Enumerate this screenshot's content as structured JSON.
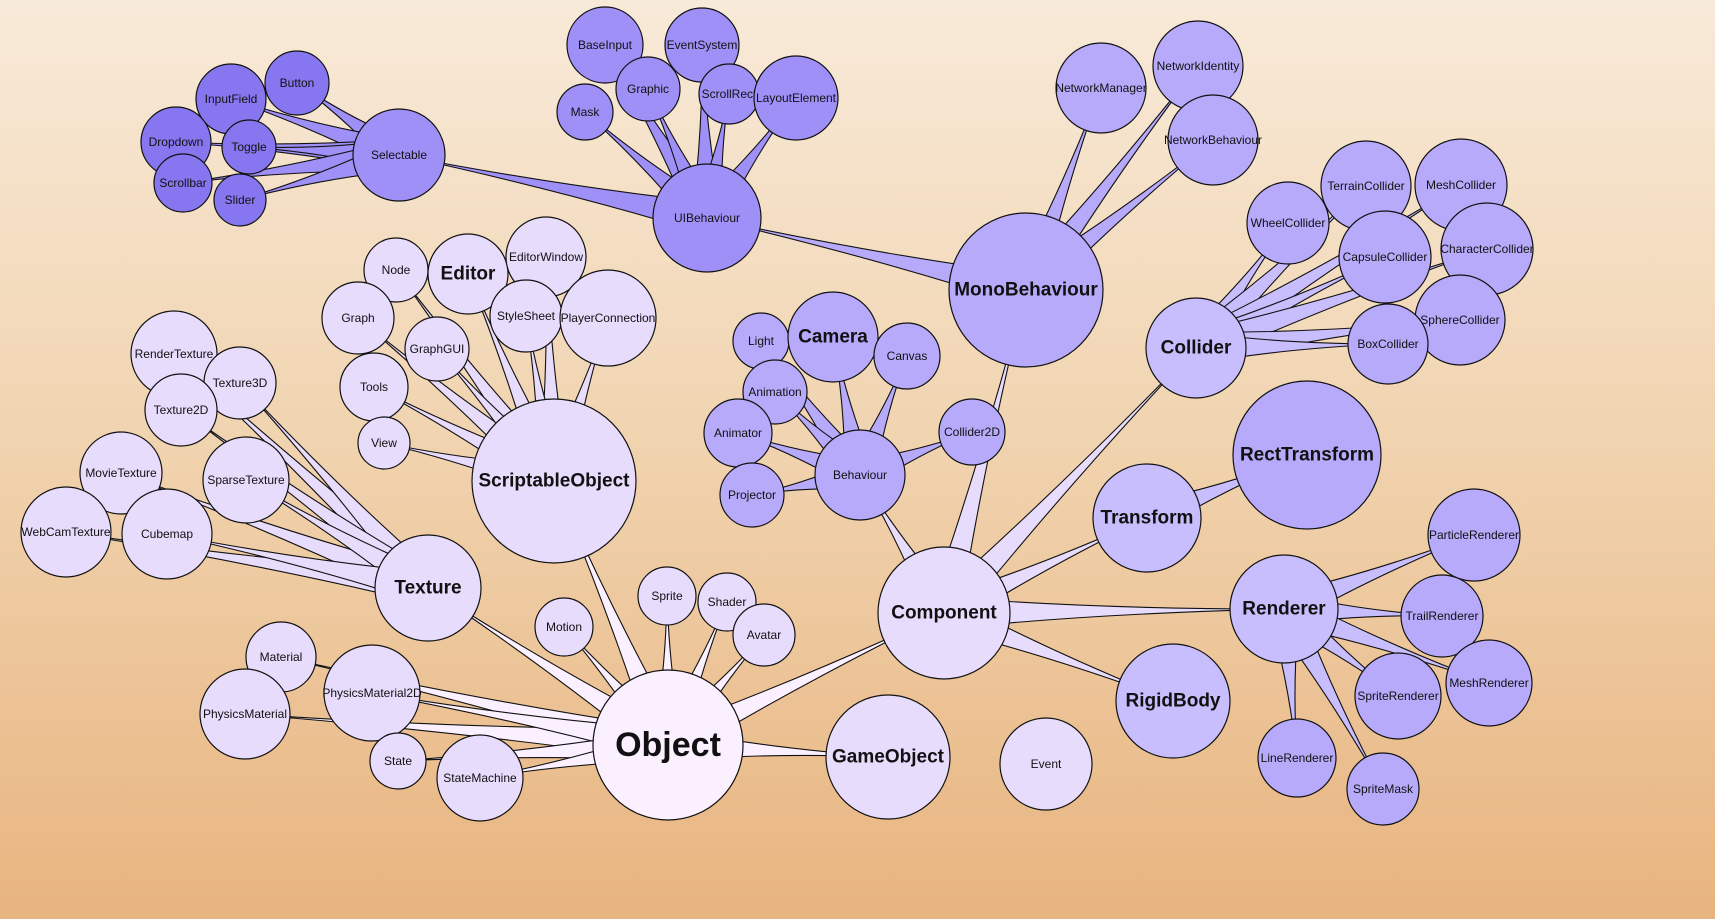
{
  "nodes": [
    {
      "id": "object",
      "label": "Object",
      "bold": true,
      "color": "#fbf0ff"
    },
    {
      "id": "scriptableobject",
      "label": "ScriptableObject",
      "bold": true,
      "color": "#e8dcfd"
    },
    {
      "id": "texture",
      "label": "Texture",
      "bold": true,
      "color": "#e8dcfd"
    },
    {
      "id": "component",
      "label": "Component",
      "bold": true,
      "color": "#e8dcfd"
    },
    {
      "id": "gameobject",
      "label": "GameObject",
      "bold": true,
      "color": "#e8dcfd"
    },
    {
      "id": "event",
      "label": "Event",
      "bold": false,
      "color": "#e8dcfd"
    },
    {
      "id": "motion",
      "label": "Motion",
      "bold": false,
      "color": "#e8dcfd"
    },
    {
      "id": "sprite",
      "label": "Sprite",
      "bold": false,
      "color": "#e8dcfd"
    },
    {
      "id": "shader",
      "label": "Shader",
      "bold": false,
      "color": "#e8dcfd"
    },
    {
      "id": "avatar",
      "label": "Avatar",
      "bold": false,
      "color": "#e8dcfd"
    },
    {
      "id": "material",
      "label": "Material",
      "bold": false,
      "color": "#e8dcfd"
    },
    {
      "id": "physicsmaterial",
      "label": "PhysicsMaterial",
      "bold": false,
      "color": "#e8dcfd"
    },
    {
      "id": "physicsmaterial2d",
      "label": "PhysicsMaterial2D",
      "bold": false,
      "color": "#e8dcfd"
    },
    {
      "id": "state",
      "label": "State",
      "bold": false,
      "color": "#e8dcfd"
    },
    {
      "id": "statemachine",
      "label": "StateMachine",
      "bold": false,
      "color": "#e8dcfd"
    },
    {
      "id": "node",
      "label": "Node",
      "bold": false,
      "color": "#e8dcfd"
    },
    {
      "id": "editor",
      "label": "Editor",
      "bold": true,
      "color": "#e8dcfd"
    },
    {
      "id": "editorwindow",
      "label": "EditorWindow",
      "bold": false,
      "color": "#e8dcfd"
    },
    {
      "id": "graph",
      "label": "Graph",
      "bold": false,
      "color": "#e8dcfd"
    },
    {
      "id": "graphgui",
      "label": "GraphGUI",
      "bold": false,
      "color": "#e8dcfd"
    },
    {
      "id": "stylesheet",
      "label": "StyleSheet",
      "bold": false,
      "color": "#e8dcfd"
    },
    {
      "id": "playerconnection",
      "label": "PlayerConnection",
      "bold": false,
      "color": "#e8dcfd"
    },
    {
      "id": "tools",
      "label": "Tools",
      "bold": false,
      "color": "#e8dcfd"
    },
    {
      "id": "view",
      "label": "View",
      "bold": false,
      "color": "#e8dcfd"
    },
    {
      "id": "rendertexture",
      "label": "RenderTexture",
      "bold": false,
      "color": "#e8dcfd"
    },
    {
      "id": "texture3d",
      "label": "Texture3D",
      "bold": false,
      "color": "#e8dcfd"
    },
    {
      "id": "texture2d",
      "label": "Texture2D",
      "bold": false,
      "color": "#e8dcfd"
    },
    {
      "id": "movietexture",
      "label": "MovieTexture",
      "bold": false,
      "color": "#e8dcfd"
    },
    {
      "id": "sparsetexture",
      "label": "SparseTexture",
      "bold": false,
      "color": "#e8dcfd"
    },
    {
      "id": "webcamtexture",
      "label": "WebCamTexture",
      "bold": false,
      "color": "#e8dcfd"
    },
    {
      "id": "cubemap",
      "label": "Cubemap",
      "bold": false,
      "color": "#e8dcfd"
    },
    {
      "id": "behaviour",
      "label": "Behaviour",
      "bold": false,
      "color": "#b8aafb"
    },
    {
      "id": "light",
      "label": "Light",
      "bold": false,
      "color": "#b8aafb"
    },
    {
      "id": "camera",
      "label": "Camera",
      "bold": true,
      "color": "#b8aafb"
    },
    {
      "id": "canvas",
      "label": "Canvas",
      "bold": false,
      "color": "#b8aafb"
    },
    {
      "id": "animation",
      "label": "Animation",
      "bold": false,
      "color": "#b8aafb"
    },
    {
      "id": "animator",
      "label": "Animator",
      "bold": false,
      "color": "#b8aafb"
    },
    {
      "id": "projector",
      "label": "Projector",
      "bold": false,
      "color": "#b8aafb"
    },
    {
      "id": "collider2d",
      "label": "Collider2D",
      "bold": false,
      "color": "#b8aafb"
    },
    {
      "id": "monobehaviour",
      "label": "MonoBehaviour",
      "bold": true,
      "color": "#b8aafb"
    },
    {
      "id": "networkmanager",
      "label": "NetworkManager",
      "bold": false,
      "color": "#b8aafb"
    },
    {
      "id": "networkidentity",
      "label": "NetworkIdentity",
      "bold": false,
      "color": "#b8aafb"
    },
    {
      "id": "networkbehaviour",
      "label": "NetworkBehaviour",
      "bold": false,
      "color": "#b8aafb"
    },
    {
      "id": "uibehaviour",
      "label": "UIBehaviour",
      "bold": false,
      "color": "#9f90f8"
    },
    {
      "id": "baseinput",
      "label": "BaseInput",
      "bold": false,
      "color": "#9f90f8"
    },
    {
      "id": "eventsystem",
      "label": "EventSystem",
      "bold": false,
      "color": "#9f90f8"
    },
    {
      "id": "graphic",
      "label": "Graphic",
      "bold": false,
      "color": "#9f90f8"
    },
    {
      "id": "mask",
      "label": "Mask",
      "bold": false,
      "color": "#9f90f8"
    },
    {
      "id": "scrollrect",
      "label": "ScrollRect",
      "bold": false,
      "color": "#9f90f8"
    },
    {
      "id": "layoutelement",
      "label": "LayoutElement",
      "bold": false,
      "color": "#9f90f8"
    },
    {
      "id": "selectable",
      "label": "Selectable",
      "bold": false,
      "color": "#9f90f8"
    },
    {
      "id": "button",
      "label": "Button",
      "bold": false,
      "color": "#8677f0"
    },
    {
      "id": "inputfield",
      "label": "InputField",
      "bold": false,
      "color": "#8677f0"
    },
    {
      "id": "dropdown",
      "label": "Dropdown",
      "bold": false,
      "color": "#8677f0"
    },
    {
      "id": "toggle",
      "label": "Toggle",
      "bold": false,
      "color": "#8677f0"
    },
    {
      "id": "scrollbar",
      "label": "Scrollbar",
      "bold": false,
      "color": "#8677f0"
    },
    {
      "id": "slider",
      "label": "Slider",
      "bold": false,
      "color": "#8677f0"
    },
    {
      "id": "collider",
      "label": "Collider",
      "bold": true,
      "color": "#c8befd"
    },
    {
      "id": "wheelcollider",
      "label": "WheelCollider",
      "bold": false,
      "color": "#b8aafb"
    },
    {
      "id": "terraincollider",
      "label": "TerrainCollider",
      "bold": false,
      "color": "#b8aafb"
    },
    {
      "id": "meshcollider",
      "label": "MeshCollider",
      "bold": false,
      "color": "#b8aafb"
    },
    {
      "id": "capsulecollider",
      "label": "CapsuleCollider",
      "bold": false,
      "color": "#b8aafb"
    },
    {
      "id": "charactercollider",
      "label": "CharacterCollider",
      "bold": false,
      "color": "#b8aafb"
    },
    {
      "id": "spherecollider",
      "label": "SphereCollider",
      "bold": false,
      "color": "#b8aafb"
    },
    {
      "id": "boxcollider",
      "label": "BoxCollider",
      "bold": false,
      "color": "#b8aafb"
    },
    {
      "id": "transform",
      "label": "Transform",
      "bold": true,
      "color": "#c8befd"
    },
    {
      "id": "recttransform",
      "label": "RectTransform",
      "bold": true,
      "color": "#b8aafb"
    },
    {
      "id": "renderer",
      "label": "Renderer",
      "bold": true,
      "color": "#c8befd"
    },
    {
      "id": "particlerenderer",
      "label": "ParticleRenderer",
      "bold": false,
      "color": "#b8aafb"
    },
    {
      "id": "trailrenderer",
      "label": "TrailRenderer",
      "bold": false,
      "color": "#b8aafb"
    },
    {
      "id": "meshrenderer",
      "label": "MeshRenderer",
      "bold": false,
      "color": "#b8aafb"
    },
    {
      "id": "spriterenderer",
      "label": "SpriteRenderer",
      "bold": false,
      "color": "#b8aafb"
    },
    {
      "id": "linerenderer",
      "label": "LineRenderer",
      "bold": false,
      "color": "#b8aafb"
    },
    {
      "id": "spritemask",
      "label": "SpriteMask",
      "bold": false,
      "color": "#b8aafb"
    },
    {
      "id": "rigidbody",
      "label": "RigidBody",
      "bold": true,
      "color": "#c8befd"
    }
  ],
  "edges": [
    [
      "object",
      "scriptableobject"
    ],
    [
      "object",
      "texture"
    ],
    [
      "object",
      "component"
    ],
    [
      "object",
      "gameobject"
    ],
    [
      "object",
      "motion"
    ],
    [
      "object",
      "sprite"
    ],
    [
      "object",
      "shader"
    ],
    [
      "object",
      "avatar"
    ],
    [
      "object",
      "material"
    ],
    [
      "object",
      "physicsmaterial"
    ],
    [
      "object",
      "physicsmaterial2d"
    ],
    [
      "object",
      "state"
    ],
    [
      "object",
      "statemachine"
    ],
    [
      "scriptableobject",
      "node"
    ],
    [
      "scriptableobject",
      "editor"
    ],
    [
      "scriptableobject",
      "editorwindow"
    ],
    [
      "scriptableobject",
      "graph"
    ],
    [
      "scriptableobject",
      "graphgui"
    ],
    [
      "scriptableobject",
      "stylesheet"
    ],
    [
      "scriptableobject",
      "playerconnection"
    ],
    [
      "scriptableobject",
      "tools"
    ],
    [
      "scriptableobject",
      "view"
    ],
    [
      "texture",
      "rendertexture"
    ],
    [
      "texture",
      "texture3d"
    ],
    [
      "texture",
      "texture2d"
    ],
    [
      "texture",
      "movietexture"
    ],
    [
      "texture",
      "sparsetexture"
    ],
    [
      "texture",
      "webcamtexture"
    ],
    [
      "texture",
      "cubemap"
    ],
    [
      "component",
      "behaviour"
    ],
    [
      "component",
      "monobehaviour"
    ],
    [
      "component",
      "collider"
    ],
    [
      "component",
      "transform"
    ],
    [
      "component",
      "renderer"
    ],
    [
      "component",
      "rigidbody"
    ],
    [
      "behaviour",
      "light"
    ],
    [
      "behaviour",
      "camera"
    ],
    [
      "behaviour",
      "canvas"
    ],
    [
      "behaviour",
      "animation"
    ],
    [
      "behaviour",
      "animator"
    ],
    [
      "behaviour",
      "projector"
    ],
    [
      "behaviour",
      "collider2d"
    ],
    [
      "monobehaviour",
      "uibehaviour"
    ],
    [
      "monobehaviour",
      "networkmanager"
    ],
    [
      "monobehaviour",
      "networkidentity"
    ],
    [
      "monobehaviour",
      "networkbehaviour"
    ],
    [
      "uibehaviour",
      "baseinput"
    ],
    [
      "uibehaviour",
      "eventsystem"
    ],
    [
      "uibehaviour",
      "graphic"
    ],
    [
      "uibehaviour",
      "mask"
    ],
    [
      "uibehaviour",
      "scrollrect"
    ],
    [
      "uibehaviour",
      "layoutelement"
    ],
    [
      "uibehaviour",
      "selectable"
    ],
    [
      "selectable",
      "button"
    ],
    [
      "selectable",
      "inputfield"
    ],
    [
      "selectable",
      "dropdown"
    ],
    [
      "selectable",
      "toggle"
    ],
    [
      "selectable",
      "scrollbar"
    ],
    [
      "selectable",
      "slider"
    ],
    [
      "collider",
      "wheelcollider"
    ],
    [
      "collider",
      "terraincollider"
    ],
    [
      "collider",
      "meshcollider"
    ],
    [
      "collider",
      "capsulecollider"
    ],
    [
      "collider",
      "charactercollider"
    ],
    [
      "collider",
      "spherecollider"
    ],
    [
      "collider",
      "boxcollider"
    ],
    [
      "transform",
      "recttransform"
    ],
    [
      "renderer",
      "particlerenderer"
    ],
    [
      "renderer",
      "trailrenderer"
    ],
    [
      "renderer",
      "meshrenderer"
    ],
    [
      "renderer",
      "spriterenderer"
    ],
    [
      "renderer",
      "linerenderer"
    ],
    [
      "renderer",
      "spritemask"
    ]
  ]
}
